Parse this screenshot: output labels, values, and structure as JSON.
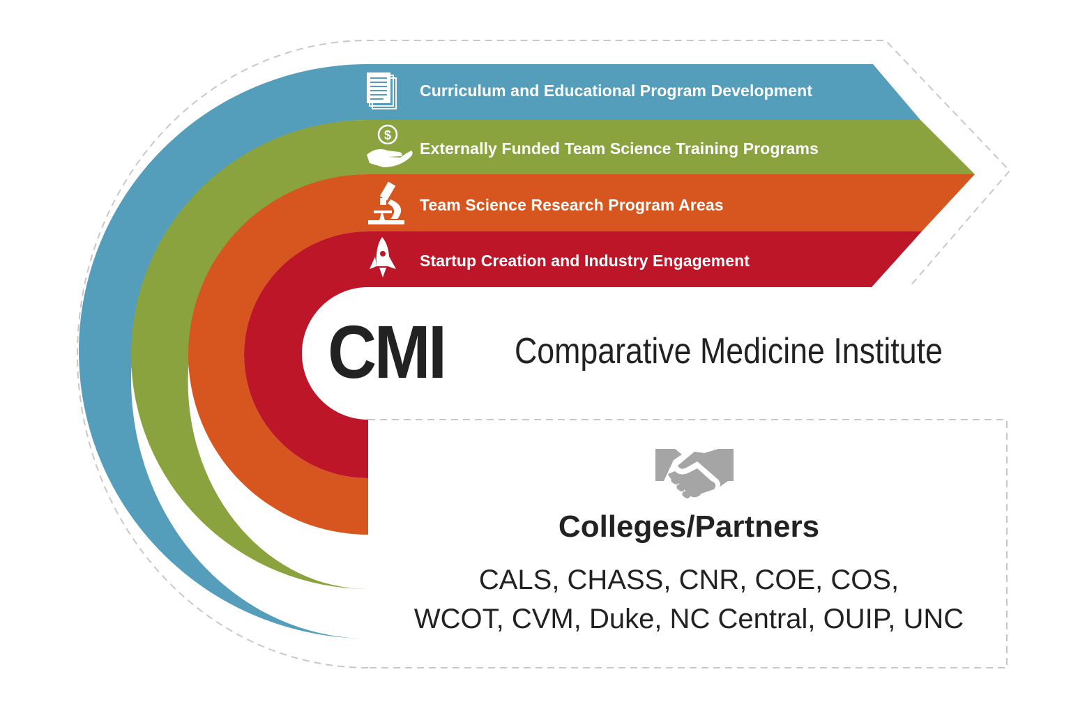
{
  "bands": [
    {
      "id": "curriculum",
      "label": "Curriculum and Educational Program Development",
      "color": "#549ebc",
      "icon": "documents-icon"
    },
    {
      "id": "funded",
      "label": "Externally Funded Team Science Training Programs",
      "color": "#8aa33f",
      "icon": "money-hand-icon"
    },
    {
      "id": "research",
      "label": "Team Science Research Program Areas",
      "color": "#d7561f",
      "icon": "microscope-icon"
    },
    {
      "id": "startup",
      "label": "Startup Creation and Industry Engagement",
      "color": "#bc1628",
      "icon": "rocket-icon"
    }
  ],
  "institute": {
    "abbreviation": "CMI",
    "name": "Comparative Medicine Institute"
  },
  "partners": {
    "icon": "handshake-icon",
    "title": "Colleges/Partners",
    "line1": "CALS, CHASS, CNR, COE, COS,",
    "line2": "WCOT, CVM, Duke, NC Central, OUIP, UNC"
  },
  "colors": {
    "text": "#222222",
    "dashed_outline": "#c8c8c8",
    "icon_gray": "#a5a5a5"
  }
}
